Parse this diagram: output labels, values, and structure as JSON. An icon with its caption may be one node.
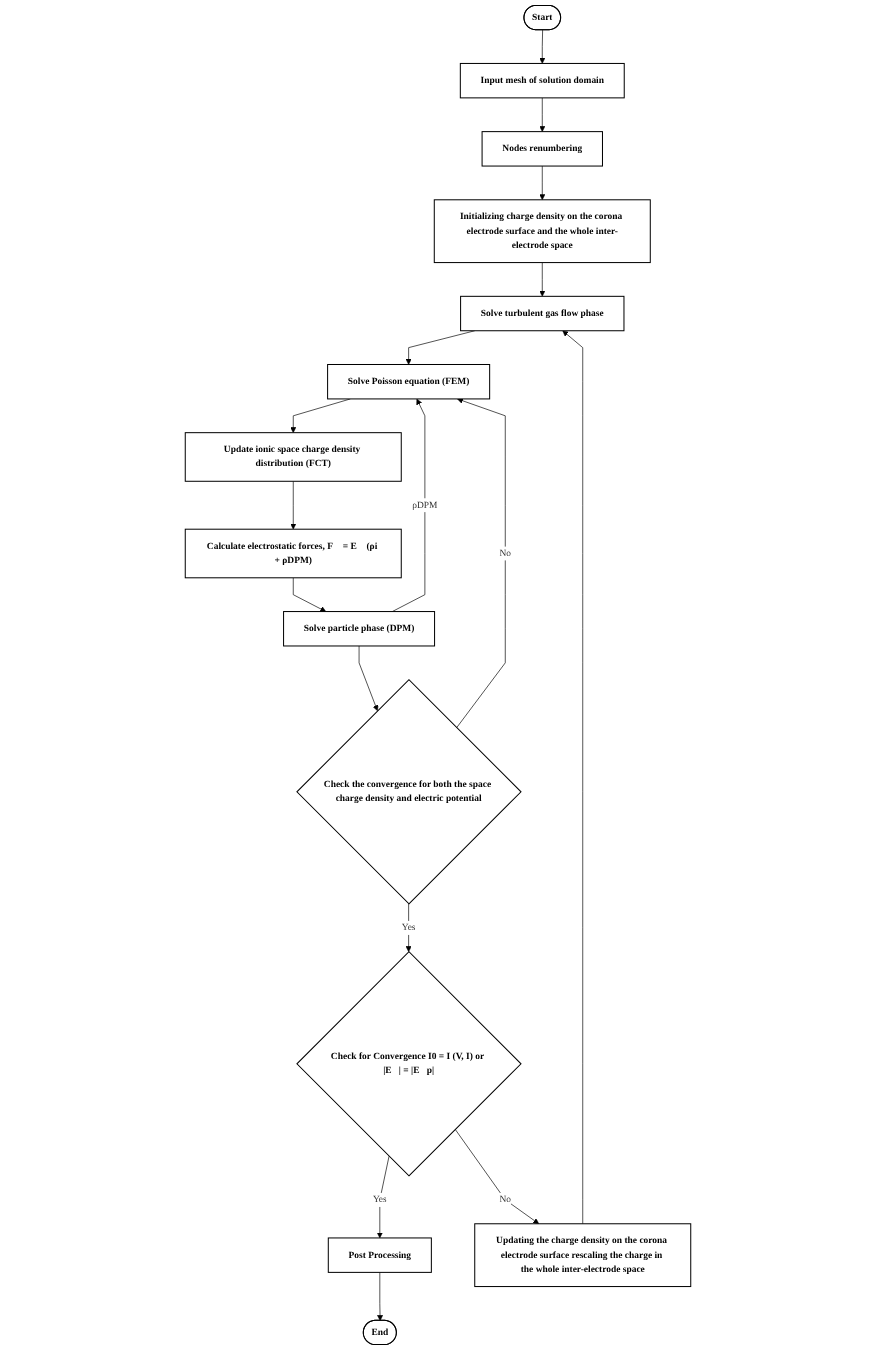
{
  "diagram": {
    "nodes": [
      {
        "text": [
          "Start"
        ]
      },
      {
        "text": [
          "Input mesh of solution domain"
        ]
      },
      {
        "text": [
          "Nodes renumbering"
        ]
      },
      {
        "text": [
          "Initializing charge density on the corona electrode surface and the whole inter-electrode space"
        ]
      },
      {
        "text": [
          "Solve turbulent gas flow phase"
        ]
      },
      {
        "text": [
          "Solve Poisson equation (FEM)"
        ]
      },
      {
        "text": [
          "Update ionic space charge density distribution (FCT)"
        ]
      },
      {
        "text": [
          "Calculate electrostatic forces, F⃗ = E⃗ (ρi + ρDPM)"
        ]
      },
      {
        "text": [
          "Solve particle phase (DPM)"
        ]
      },
      {
        "text": [
          "Check the convergence for both the space charge density and electric potential"
        ]
      },
      {
        "text": [
          "Check for Convergence I0 = I (V, I) or |E⃗| = |E⃗p|"
        ]
      },
      {
        "text": [
          "Post Processing"
        ]
      },
      {
        "text": [
          "End"
        ]
      },
      {
        "text": [
          "Updating the charge density on the corona electrode surface rescaling the charge in the whole inter-electrode space"
        ]
      }
    ],
    "edges": [
      {
        "from": 0,
        "to": 1,
        "arrow": "to"
      },
      {
        "from": 1,
        "to": 2,
        "arrow": "to"
      },
      {
        "from": 2,
        "to": 3,
        "arrow": "to"
      },
      {
        "from": 3,
        "to": 4,
        "arrow": "to"
      },
      {
        "from": 4,
        "to": 5,
        "arrow": "to"
      },
      {
        "from": 5,
        "to": 6,
        "arrow": "to"
      },
      {
        "from": 6,
        "to": 7,
        "arrow": "to"
      },
      {
        "from": 7,
        "to": 8,
        "arrow": "to"
      },
      {
        "from": 8,
        "to": 5,
        "arrow": "to",
        "label": "ρDPM"
      },
      {
        "from": 8,
        "to": 9,
        "arrow": "to"
      },
      {
        "from": 9,
        "to": 5,
        "arrow": "to",
        "label": "No"
      },
      {
        "from": 9,
        "to": 10,
        "arrow": "to",
        "label": "Yes"
      },
      {
        "from": 10,
        "to": 11,
        "arrow": "to",
        "label": "Yes"
      },
      {
        "from": 11,
        "to": 12,
        "arrow": "to"
      },
      {
        "from": 10,
        "to": 13,
        "arrow": "to",
        "label": "No"
      },
      {
        "from": 13,
        "to": 4,
        "arrow": "to"
      }
    ]
  }
}
